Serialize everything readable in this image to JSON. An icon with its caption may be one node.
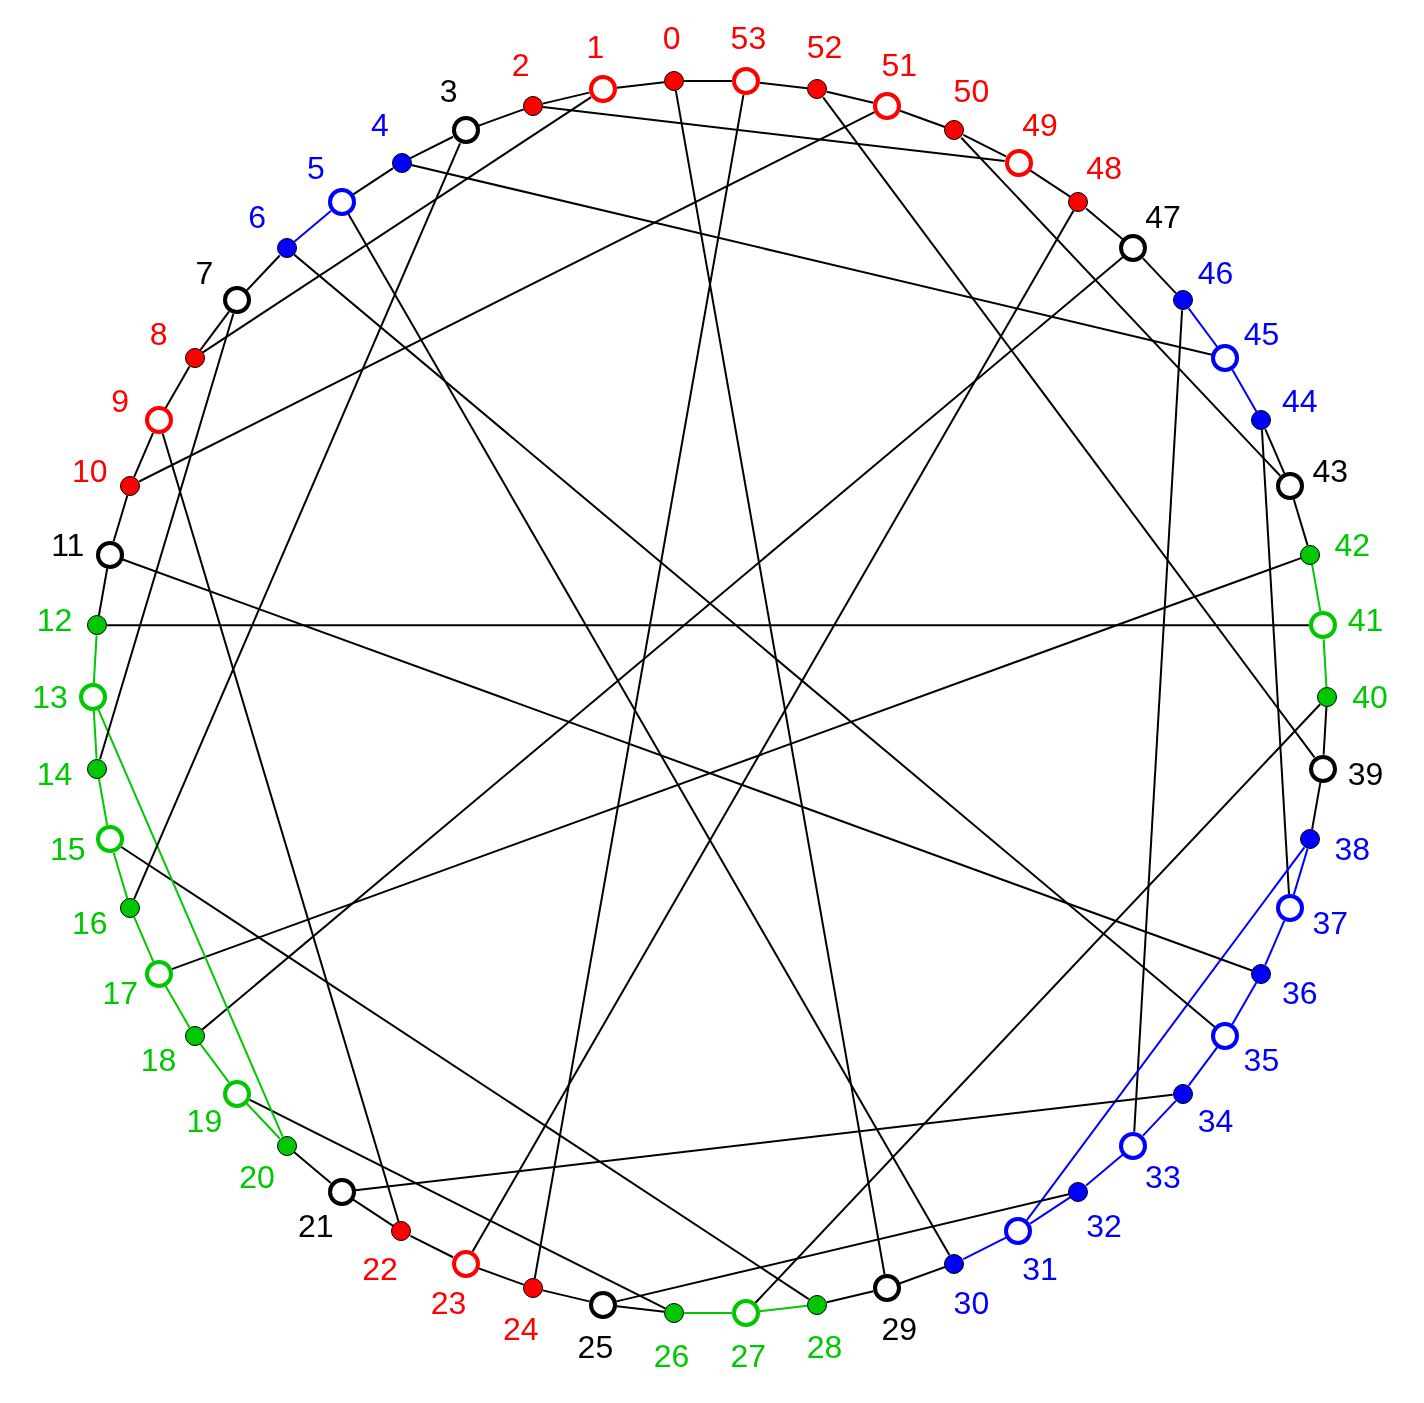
{
  "diagram": {
    "nodes": [
      {
        "text": [],
        "shape": "circle",
        "beside": [
          "0"
        ]
      },
      {
        "text": [],
        "shape": "ring",
        "beside": [
          "1"
        ]
      },
      {
        "text": [],
        "shape": "circle",
        "beside": [
          "2"
        ]
      },
      {
        "text": [],
        "shape": "ring",
        "beside": [
          "3"
        ]
      },
      {
        "text": [],
        "shape": "circle",
        "beside": [
          "4"
        ]
      },
      {
        "text": [],
        "shape": "ring",
        "beside": [
          "5"
        ]
      },
      {
        "text": [],
        "shape": "circle",
        "beside": [
          "6"
        ]
      },
      {
        "text": [],
        "shape": "ring",
        "beside": [
          "7"
        ]
      },
      {
        "text": [],
        "shape": "circle",
        "beside": [
          "8"
        ]
      },
      {
        "text": [],
        "shape": "ring",
        "beside": [
          "9"
        ]
      },
      {
        "text": [],
        "shape": "circle",
        "beside": [
          "10"
        ]
      },
      {
        "text": [],
        "shape": "ring",
        "beside": [
          "11"
        ]
      },
      {
        "text": [],
        "shape": "circle",
        "beside": [
          "12"
        ]
      },
      {
        "text": [],
        "shape": "ring",
        "beside": [
          "13"
        ]
      },
      {
        "text": [],
        "shape": "circle",
        "beside": [
          "14"
        ]
      },
      {
        "text": [],
        "shape": "ring",
        "beside": [
          "15"
        ]
      },
      {
        "text": [],
        "shape": "circle",
        "beside": [
          "16"
        ]
      },
      {
        "text": [],
        "shape": "ring",
        "beside": [
          "17"
        ]
      },
      {
        "text": [],
        "shape": "circle",
        "beside": [
          "18"
        ]
      },
      {
        "text": [],
        "shape": "ring",
        "beside": [
          "19"
        ]
      },
      {
        "text": [],
        "shape": "circle",
        "beside": [
          "20"
        ]
      },
      {
        "text": [],
        "shape": "ring",
        "beside": [
          "21"
        ]
      },
      {
        "text": [],
        "shape": "circle",
        "beside": [
          "22"
        ]
      },
      {
        "text": [],
        "shape": "ring",
        "beside": [
          "23"
        ]
      },
      {
        "text": [],
        "shape": "circle",
        "beside": [
          "24"
        ]
      },
      {
        "text": [],
        "shape": "ring",
        "beside": [
          "25"
        ]
      },
      {
        "text": [],
        "shape": "circle",
        "beside": [
          "26"
        ]
      },
      {
        "text": [],
        "shape": "ring",
        "beside": [
          "27"
        ]
      },
      {
        "text": [],
        "shape": "circle",
        "beside": [
          "28"
        ]
      },
      {
        "text": [],
        "shape": "ring",
        "beside": [
          "29"
        ]
      },
      {
        "text": [],
        "shape": "circle",
        "beside": [
          "30"
        ]
      },
      {
        "text": [],
        "shape": "ring",
        "beside": [
          "31"
        ]
      },
      {
        "text": [],
        "shape": "circle",
        "beside": [
          "32"
        ]
      },
      {
        "text": [],
        "shape": "ring",
        "beside": [
          "33"
        ]
      },
      {
        "text": [],
        "shape": "circle",
        "beside": [
          "34"
        ]
      },
      {
        "text": [],
        "shape": "ring",
        "beside": [
          "35"
        ]
      },
      {
        "text": [],
        "shape": "circle",
        "beside": [
          "36"
        ]
      },
      {
        "text": [],
        "shape": "ring",
        "beside": [
          "37"
        ]
      },
      {
        "text": [],
        "shape": "circle",
        "beside": [
          "38"
        ]
      },
      {
        "text": [],
        "shape": "ring",
        "beside": [
          "39"
        ]
      },
      {
        "text": [],
        "shape": "circle",
        "beside": [
          "40"
        ]
      },
      {
        "text": [],
        "shape": "ring",
        "beside": [
          "41"
        ]
      },
      {
        "text": [],
        "shape": "circle",
        "beside": [
          "42"
        ]
      },
      {
        "text": [],
        "shape": "ring",
        "beside": [
          "43"
        ]
      },
      {
        "text": [],
        "shape": "circle",
        "beside": [
          "44"
        ]
      },
      {
        "text": [],
        "shape": "ring",
        "beside": [
          "45"
        ]
      },
      {
        "text": [],
        "shape": "circle",
        "beside": [
          "46"
        ]
      },
      {
        "text": [],
        "shape": "ring",
        "beside": [
          "47"
        ]
      },
      {
        "text": [],
        "shape": "circle",
        "beside": [
          "48"
        ]
      },
      {
        "text": [],
        "shape": "ring",
        "beside": [
          "49"
        ]
      },
      {
        "text": [],
        "shape": "circle",
        "beside": [
          "50"
        ]
      },
      {
        "text": [],
        "shape": "ring",
        "beside": [
          "51"
        ]
      },
      {
        "text": [],
        "shape": "circle",
        "beside": [
          "52"
        ]
      },
      {
        "text": [],
        "shape": "ring",
        "beside": [
          "53"
        ]
      }
    ],
    "edges": [
      {
        "from": 0,
        "to": 1,
        "arrow": "none"
      },
      {
        "from": 1,
        "to": 2,
        "arrow": "none"
      },
      {
        "from": 2,
        "to": 3,
        "arrow": "none"
      },
      {
        "from": 3,
        "to": 4,
        "arrow": "none"
      },
      {
        "from": 4,
        "to": 5,
        "arrow": "none"
      },
      {
        "from": 5,
        "to": 6,
        "arrow": "none",
        "color": "#0000ff"
      },
      {
        "from": 6,
        "to": 7,
        "arrow": "none"
      },
      {
        "from": 7,
        "to": 8,
        "arrow": "none"
      },
      {
        "from": 8,
        "to": 9,
        "arrow": "none"
      },
      {
        "from": 9,
        "to": 10,
        "arrow": "none"
      },
      {
        "from": 10,
        "to": 11,
        "arrow": "none"
      },
      {
        "from": 11,
        "to": 12,
        "arrow": "none"
      },
      {
        "from": 12,
        "to": 13,
        "arrow": "none",
        "color": "#00c800"
      },
      {
        "from": 13,
        "to": 14,
        "arrow": "none",
        "color": "#00c800"
      },
      {
        "from": 14,
        "to": 15,
        "arrow": "none",
        "color": "#00c800"
      },
      {
        "from": 15,
        "to": 16,
        "arrow": "none",
        "color": "#00c800"
      },
      {
        "from": 16,
        "to": 17,
        "arrow": "none",
        "color": "#00c800"
      },
      {
        "from": 17,
        "to": 18,
        "arrow": "none",
        "color": "#00c800"
      },
      {
        "from": 18,
        "to": 19,
        "arrow": "none",
        "color": "#00c800"
      },
      {
        "from": 19,
        "to": 20,
        "arrow": "none",
        "color": "#00c800"
      },
      {
        "from": 20,
        "to": 21,
        "arrow": "none"
      },
      {
        "from": 21,
        "to": 22,
        "arrow": "none"
      },
      {
        "from": 22,
        "to": 23,
        "arrow": "none"
      },
      {
        "from": 23,
        "to": 24,
        "arrow": "none"
      },
      {
        "from": 24,
        "to": 25,
        "arrow": "none"
      },
      {
        "from": 25,
        "to": 26,
        "arrow": "none"
      },
      {
        "from": 26,
        "to": 27,
        "arrow": "none",
        "color": "#00c800"
      },
      {
        "from": 27,
        "to": 28,
        "arrow": "none",
        "color": "#00c800"
      },
      {
        "from": 28,
        "to": 29,
        "arrow": "none"
      },
      {
        "from": 29,
        "to": 30,
        "arrow": "none"
      },
      {
        "from": 30,
        "to": 31,
        "arrow": "none",
        "color": "#0000ff"
      },
      {
        "from": 31,
        "to": 32,
        "arrow": "none",
        "color": "#0000ff"
      },
      {
        "from": 32,
        "to": 33,
        "arrow": "none",
        "color": "#0000ff"
      },
      {
        "from": 33,
        "to": 34,
        "arrow": "none",
        "color": "#0000ff"
      },
      {
        "from": 34,
        "to": 35,
        "arrow": "none",
        "color": "#0000ff"
      },
      {
        "from": 35,
        "to": 36,
        "arrow": "none",
        "color": "#0000ff"
      },
      {
        "from": 36,
        "to": 37,
        "arrow": "none",
        "color": "#0000ff"
      },
      {
        "from": 37,
        "to": 38,
        "arrow": "none",
        "color": "#0000ff"
      },
      {
        "from": 38,
        "to": 39,
        "arrow": "none"
      },
      {
        "from": 39,
        "to": 40,
        "arrow": "none"
      },
      {
        "from": 40,
        "to": 41,
        "arrow": "none",
        "color": "#00c800"
      },
      {
        "from": 41,
        "to": 42,
        "arrow": "none",
        "color": "#00c800"
      },
      {
        "from": 42,
        "to": 43,
        "arrow": "none"
      },
      {
        "from": 43,
        "to": 44,
        "arrow": "none"
      },
      {
        "from": 44,
        "to": 45,
        "arrow": "none",
        "color": "#0000ff"
      },
      {
        "from": 45,
        "to": 46,
        "arrow": "none",
        "color": "#0000ff"
      },
      {
        "from": 46,
        "to": 47,
        "arrow": "none"
      },
      {
        "from": 47,
        "to": 48,
        "arrow": "none"
      },
      {
        "from": 48,
        "to": 49,
        "arrow": "none"
      },
      {
        "from": 49,
        "to": 50,
        "arrow": "none"
      },
      {
        "from": 50,
        "to": 51,
        "arrow": "none"
      },
      {
        "from": 51,
        "to": 52,
        "arrow": "none"
      },
      {
        "from": 52,
        "to": 53,
        "arrow": "none"
      },
      {
        "from": 53,
        "to": 0,
        "arrow": "none"
      },
      {
        "from": 0,
        "to": 29,
        "arrow": "none"
      },
      {
        "from": 53,
        "to": 24,
        "arrow": "none"
      },
      {
        "from": 52,
        "to": 39,
        "arrow": "none"
      },
      {
        "from": 51,
        "to": 10,
        "arrow": "none"
      },
      {
        "from": 50,
        "to": 43,
        "arrow": "none"
      },
      {
        "from": 49,
        "to": 2,
        "arrow": "none"
      },
      {
        "from": 48,
        "to": 23,
        "arrow": "none"
      },
      {
        "from": 47,
        "to": 18,
        "arrow": "none"
      },
      {
        "from": 46,
        "to": 33,
        "arrow": "none"
      },
      {
        "from": 45,
        "to": 4,
        "arrow": "none"
      },
      {
        "from": 44,
        "to": 37,
        "arrow": "none"
      },
      {
        "from": 42,
        "to": 17,
        "arrow": "none"
      },
      {
        "from": 41,
        "to": 12,
        "arrow": "none"
      },
      {
        "from": 40,
        "to": 27,
        "arrow": "none"
      },
      {
        "from": 38,
        "to": 31,
        "arrow": "none",
        "color": "#0000ff"
      },
      {
        "from": 36,
        "to": 11,
        "arrow": "none"
      },
      {
        "from": 35,
        "to": 6,
        "arrow": "none"
      },
      {
        "from": 34,
        "to": 21,
        "arrow": "none"
      },
      {
        "from": 32,
        "to": 25,
        "arrow": "none"
      },
      {
        "from": 30,
        "to": 5,
        "arrow": "none"
      },
      {
        "from": 28,
        "to": 15,
        "arrow": "none"
      },
      {
        "from": 26,
        "to": 19,
        "arrow": "none"
      },
      {
        "from": 22,
        "to": 9,
        "arrow": "none"
      },
      {
        "from": 20,
        "to": 13,
        "arrow": "none",
        "color": "#00c800"
      },
      {
        "from": 16,
        "to": 3,
        "arrow": "none"
      },
      {
        "from": 14,
        "to": 7,
        "arrow": "none"
      },
      {
        "from": 8,
        "to": 1,
        "arrow": "none"
      }
    ]
  }
}
